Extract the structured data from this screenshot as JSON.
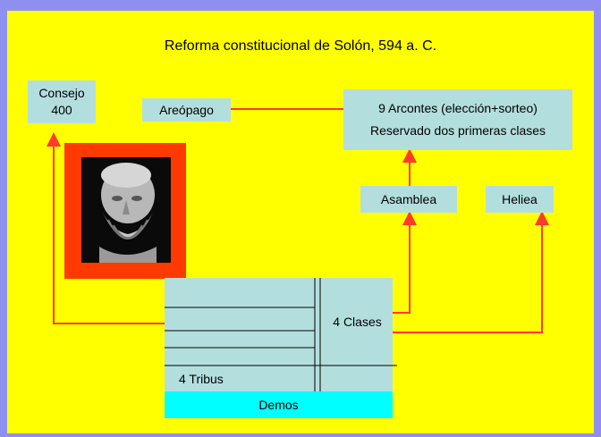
{
  "title": "Reforma constitucional de Solón, 594 a. C.",
  "boxes": {
    "consejo_line1": "Consejo",
    "consejo_line2": "400",
    "areopago": "Areópago",
    "arcontes_line1": "9 Arcontes (elección+sorteo)",
    "arcontes_line2": "Reservado dos primeras clases",
    "asamblea": "Asamblea",
    "heliea": "Heliea"
  },
  "table": {
    "clases": "4 Clases",
    "tribus": "4 Tribus",
    "demos": "Demos"
  },
  "colors": {
    "background": "#ffff00",
    "box": "#b3dede",
    "demos": "#00ffff",
    "arrow": "#ff3a2a",
    "portrait_frame": "#ff3a00"
  }
}
